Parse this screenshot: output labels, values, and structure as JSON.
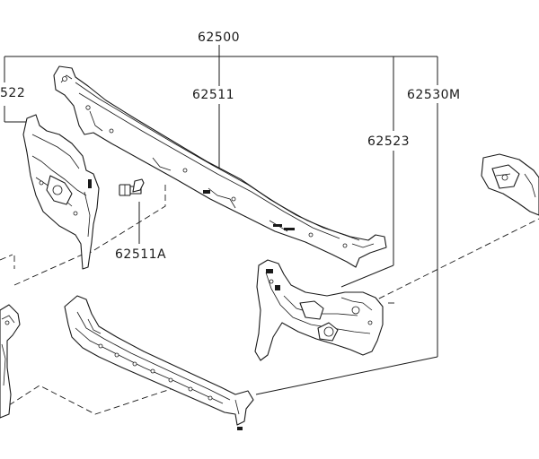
{
  "labels": {
    "assembly": "62500",
    "left_upper": "522",
    "center_upper": "62511",
    "right_side": "62530M",
    "right_upper": "62523",
    "bolt": "62511A"
  }
}
